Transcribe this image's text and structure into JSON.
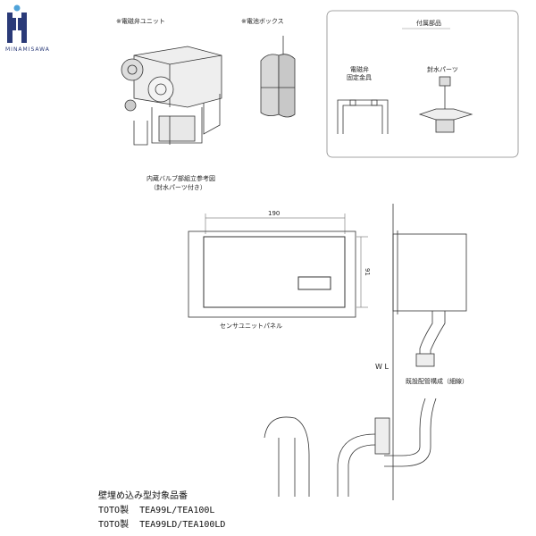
{
  "brand": {
    "name": "MINAMISAWA",
    "color": "#2a3a78"
  },
  "labels": {
    "valve_unit": "※電磁弁ユニット",
    "battery_box": "※電池ボックス",
    "accessories": "付属部品",
    "solenoid_bracket_1": "電磁弁",
    "solenoid_bracket_2": "固定金具",
    "seal_parts": "封水パーツ",
    "internal_valve_1": "内蔵バルブ部組立参考図",
    "internal_valve_2": "（封水パーツ付き）",
    "dim_width": "190",
    "dim_height": "91",
    "sensor_panel": "センサユニットパネル",
    "wl": "W L",
    "existing_piping": "既設配管構成（細線）"
  },
  "footer": {
    "title": "壁埋め込み型対象品番",
    "line1": "TOTO製  TEA99L/TEA100L",
    "line2": "TOTO製  TEA99LD/TEA100LD"
  }
}
